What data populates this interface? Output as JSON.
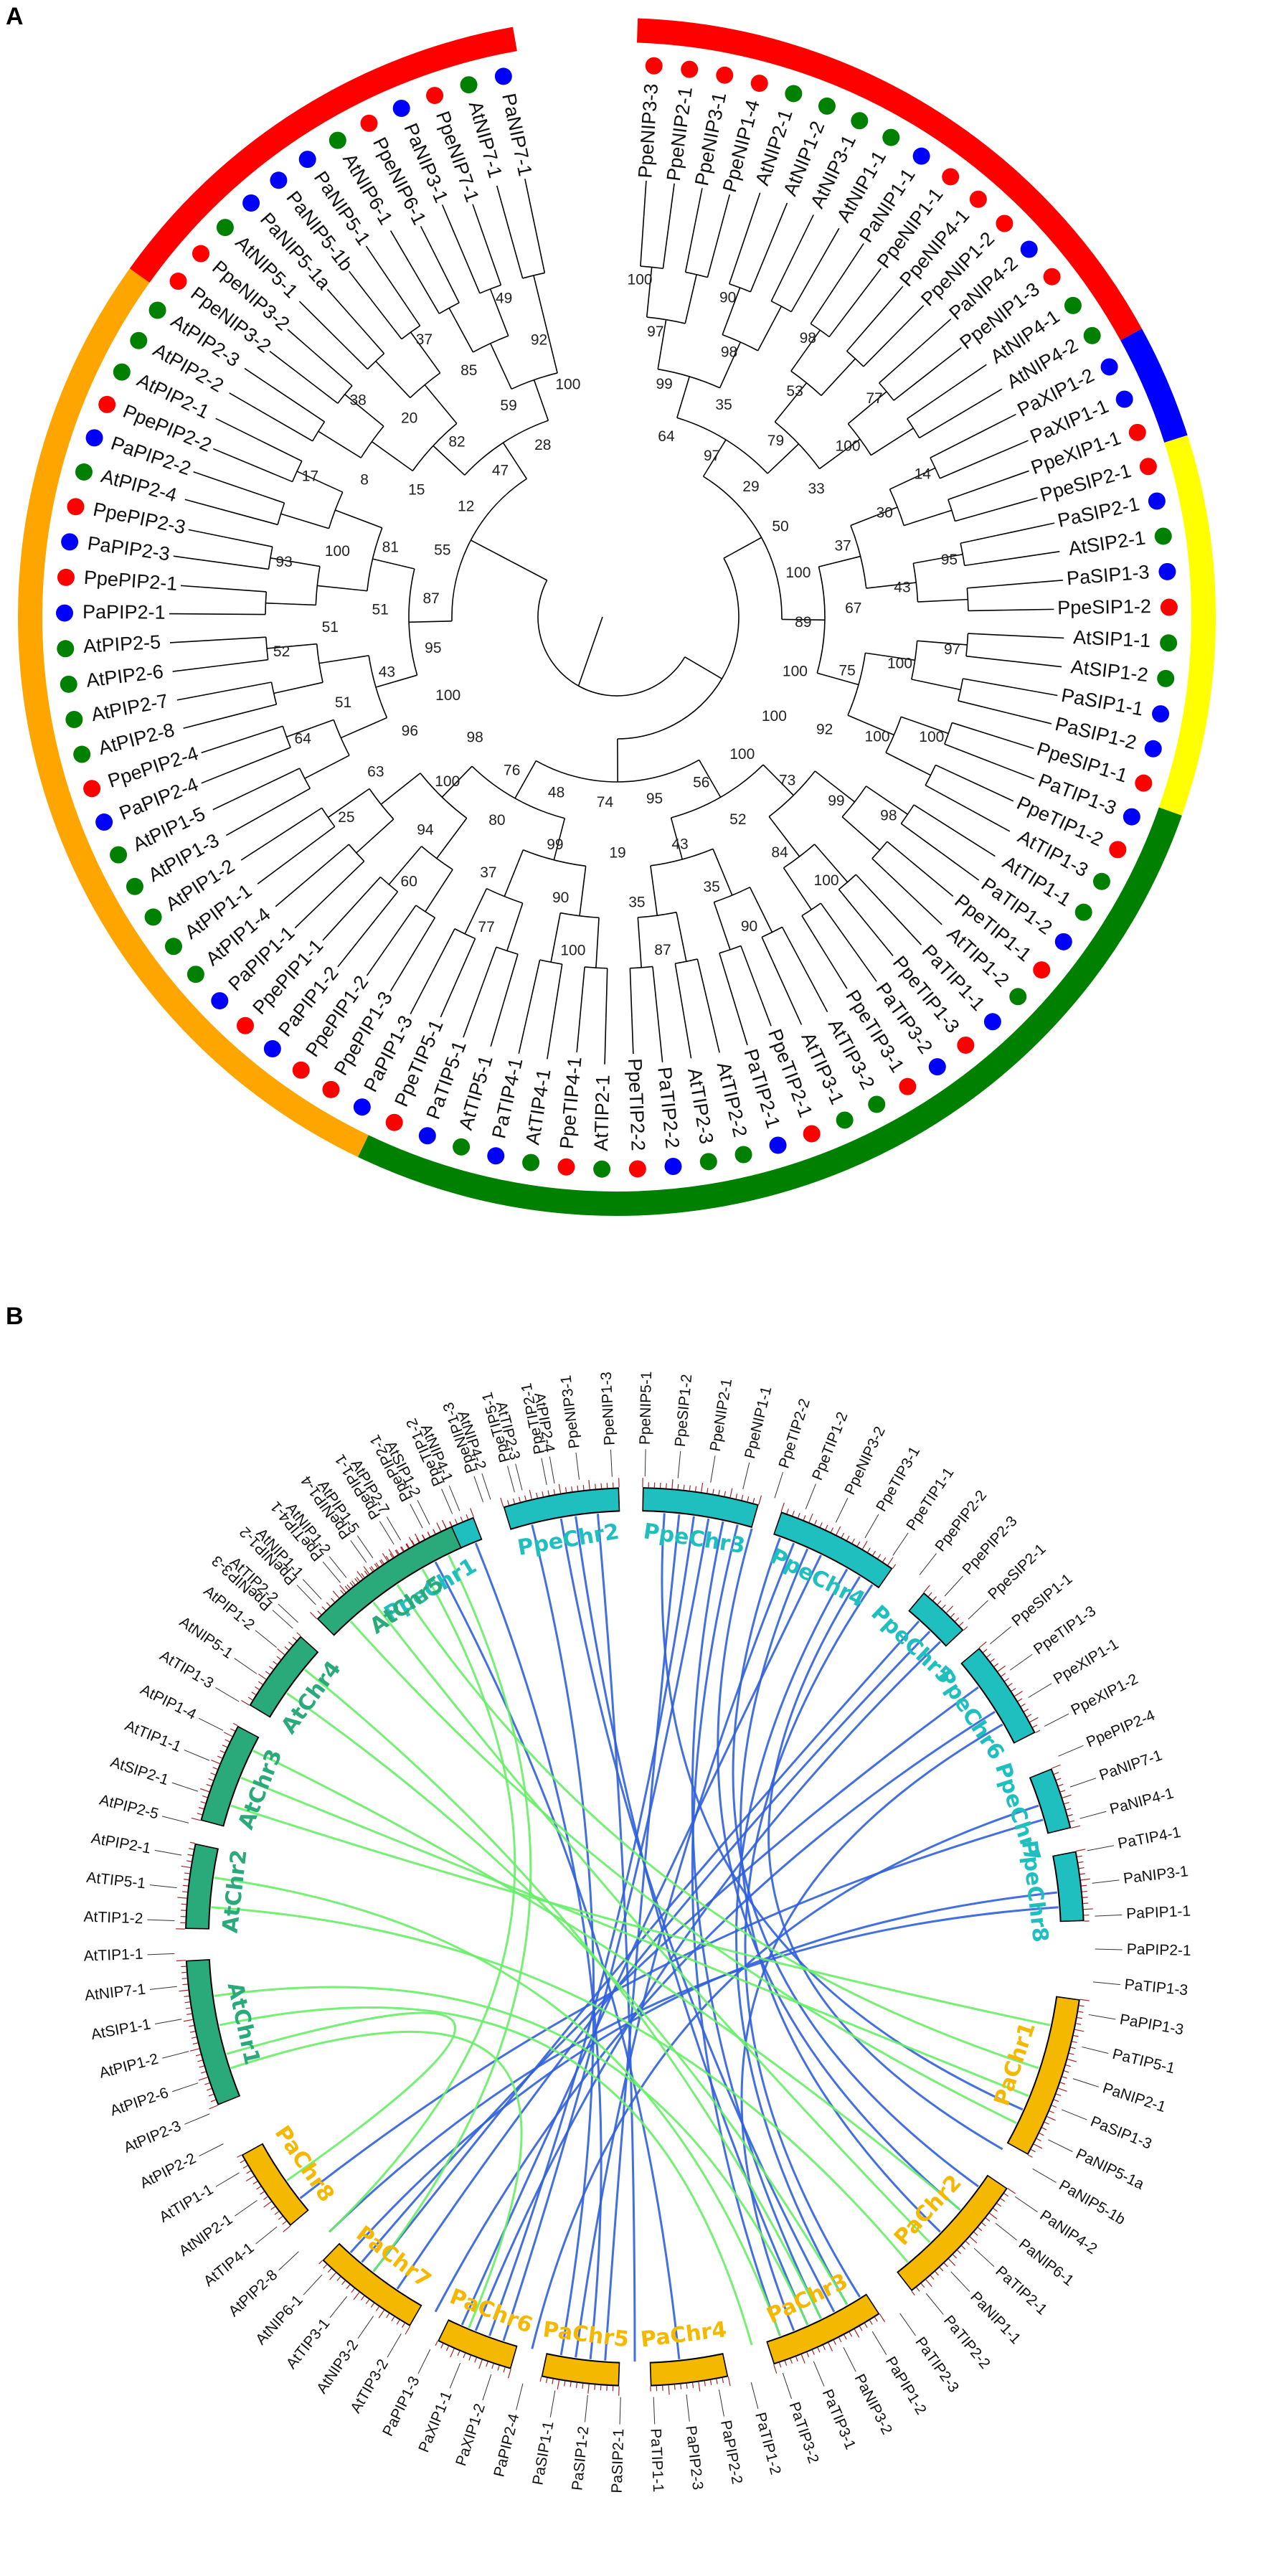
{
  "panelA": {
    "letter": "A",
    "colors": {
      "NIP": "#ff0000",
      "XIP": "#0000ff",
      "SIP": "#ffff00",
      "TIP": "#008000",
      "PIP": "#ffa500"
    },
    "dot_colors": {
      "At": "#008000",
      "Pa": "#0000ff",
      "Ppe": "#ff0000"
    },
    "leaves": [
      {
        "name": "PpeNIP3-3",
        "cls": "NIP"
      },
      {
        "name": "PpeNIP2-1",
        "cls": "NIP"
      },
      {
        "name": "PpeNIP3-1",
        "cls": "NIP"
      },
      {
        "name": "PpeNIP1-4",
        "cls": "NIP"
      },
      {
        "name": "AtNIP2-1",
        "cls": "NIP"
      },
      {
        "name": "AtNIP1-2",
        "cls": "NIP"
      },
      {
        "name": "AtNIP3-1",
        "cls": "NIP"
      },
      {
        "name": "AtNIP1-1",
        "cls": "NIP"
      },
      {
        "name": "PaNIP1-1",
        "cls": "NIP"
      },
      {
        "name": "PpeNIP1-1",
        "cls": "NIP"
      },
      {
        "name": "PpeNIP4-1",
        "cls": "NIP"
      },
      {
        "name": "PpeNIP1-2",
        "cls": "NIP"
      },
      {
        "name": "PaNIP4-2",
        "cls": "NIP"
      },
      {
        "name": "PpeNIP1-3",
        "cls": "NIP"
      },
      {
        "name": "AtNIP4-1",
        "cls": "NIP"
      },
      {
        "name": "AtNIP4-2",
        "cls": "NIP"
      },
      {
        "name": "PaXIP1-2",
        "cls": "XIP"
      },
      {
        "name": "PaXIP1-1",
        "cls": "XIP"
      },
      {
        "name": "PpeXIP1-1",
        "cls": "XIP"
      },
      {
        "name": "PpeSIP2-1",
        "cls": "SIP"
      },
      {
        "name": "PaSIP2-1",
        "cls": "SIP"
      },
      {
        "name": "AtSIP2-1",
        "cls": "SIP"
      },
      {
        "name": "PaSIP1-3",
        "cls": "SIP"
      },
      {
        "name": "PpeSIP1-2",
        "cls": "SIP"
      },
      {
        "name": "AtSIP1-1",
        "cls": "SIP"
      },
      {
        "name": "AtSIP1-2",
        "cls": "SIP"
      },
      {
        "name": "PaSIP1-1",
        "cls": "SIP"
      },
      {
        "name": "PaSIP1-2",
        "cls": "SIP"
      },
      {
        "name": "PpeSIP1-1",
        "cls": "SIP"
      },
      {
        "name": "PaTIP1-3",
        "cls": "TIP"
      },
      {
        "name": "PpeTIP1-2",
        "cls": "TIP"
      },
      {
        "name": "AtTIP1-3",
        "cls": "TIP"
      },
      {
        "name": "AtTIP1-1",
        "cls": "TIP"
      },
      {
        "name": "PaTIP1-2",
        "cls": "TIP"
      },
      {
        "name": "PpeTIP1-1",
        "cls": "TIP"
      },
      {
        "name": "AtTIP1-2",
        "cls": "TIP"
      },
      {
        "name": "PaTIP1-1",
        "cls": "TIP"
      },
      {
        "name": "PpeTIP1-3",
        "cls": "TIP"
      },
      {
        "name": "PaTIP3-2",
        "cls": "TIP"
      },
      {
        "name": "PpeTIP3-1",
        "cls": "TIP"
      },
      {
        "name": "AtTIP3-2",
        "cls": "TIP"
      },
      {
        "name": "AtTIP3-1",
        "cls": "TIP"
      },
      {
        "name": "PpeTIP2-1",
        "cls": "TIP"
      },
      {
        "name": "PaTIP2-1",
        "cls": "TIP"
      },
      {
        "name": "AtTIP2-2",
        "cls": "TIP"
      },
      {
        "name": "AtTIP2-3",
        "cls": "TIP"
      },
      {
        "name": "PaTIP2-2",
        "cls": "TIP"
      },
      {
        "name": "PpeTIP2-2",
        "cls": "TIP"
      },
      {
        "name": "AtTIP2-1",
        "cls": "TIP"
      },
      {
        "name": "PpeTIP4-1",
        "cls": "TIP"
      },
      {
        "name": "AtTIP4-1",
        "cls": "TIP"
      },
      {
        "name": "PaTIP4-1",
        "cls": "TIP"
      },
      {
        "name": "AtTIP5-1",
        "cls": "TIP"
      },
      {
        "name": "PaTIP5-1",
        "cls": "TIP"
      },
      {
        "name": "PpeTIP5-1",
        "cls": "TIP"
      },
      {
        "name": "PaPIP1-3",
        "cls": "PIP"
      },
      {
        "name": "PpePIP1-3",
        "cls": "PIP"
      },
      {
        "name": "PpePIP1-2",
        "cls": "PIP"
      },
      {
        "name": "PaPIP1-2",
        "cls": "PIP"
      },
      {
        "name": "PpePIP1-1",
        "cls": "PIP"
      },
      {
        "name": "PaPIP1-1",
        "cls": "PIP"
      },
      {
        "name": "AtPIP1-4",
        "cls": "PIP"
      },
      {
        "name": "AtPIP1-1",
        "cls": "PIP"
      },
      {
        "name": "AtPIP1-2",
        "cls": "PIP"
      },
      {
        "name": "AtPIP1-3",
        "cls": "PIP"
      },
      {
        "name": "AtPIP1-5",
        "cls": "PIP"
      },
      {
        "name": "PaPIP2-4",
        "cls": "PIP"
      },
      {
        "name": "PpePIP2-4",
        "cls": "PIP"
      },
      {
        "name": "AtPIP2-8",
        "cls": "PIP"
      },
      {
        "name": "AtPIP2-7",
        "cls": "PIP"
      },
      {
        "name": "AtPIP2-6",
        "cls": "PIP"
      },
      {
        "name": "AtPIP2-5",
        "cls": "PIP"
      },
      {
        "name": "PaPIP2-1",
        "cls": "PIP"
      },
      {
        "name": "PpePIP2-1",
        "cls": "PIP"
      },
      {
        "name": "PaPIP2-3",
        "cls": "PIP"
      },
      {
        "name": "PpePIP2-3",
        "cls": "PIP"
      },
      {
        "name": "AtPIP2-4",
        "cls": "PIP"
      },
      {
        "name": "PaPIP2-2",
        "cls": "PIP"
      },
      {
        "name": "PpePIP2-2",
        "cls": "PIP"
      },
      {
        "name": "AtPIP2-1",
        "cls": "PIP"
      },
      {
        "name": "AtPIP2-2",
        "cls": "PIP"
      },
      {
        "name": "AtPIP2-3",
        "cls": "PIP"
      },
      {
        "name": "PpeNIP3-2",
        "cls": "NIP"
      },
      {
        "name": "PpeNIP3-2",
        "cls": "NIP"
      },
      {
        "name": "AtNIP5-1",
        "cls": "NIP"
      },
      {
        "name": "PaNIP5-1a",
        "cls": "NIP"
      },
      {
        "name": "PaNIP5-1b",
        "cls": "NIP"
      },
      {
        "name": "PaNIP5-1",
        "cls": "NIP"
      },
      {
        "name": "AtNIP6-1",
        "cls": "NIP"
      },
      {
        "name": "PpeNIP6-1",
        "cls": "NIP"
      },
      {
        "name": "PaNIP3-1",
        "cls": "NIP"
      },
      {
        "name": "PpeNIP7-1",
        "cls": "NIP"
      },
      {
        "name": "AtNIP7-1",
        "cls": "NIP"
      },
      {
        "name": "PaNIP7-1",
        "cls": "NIP"
      }
    ],
    "bootstrap": [
      "100",
      "97",
      "99",
      "64",
      "90",
      "98",
      "35",
      "97",
      "98",
      "53",
      "79",
      "29",
      "77",
      "100",
      "33",
      "50",
      "14",
      "30",
      "37",
      "100",
      "95",
      "43",
      "67",
      "89",
      "97",
      "100",
      "75",
      "100",
      "100",
      "100",
      "92",
      "100",
      "98",
      "99",
      "73",
      "100",
      "100",
      "84",
      "52",
      "56",
      "90",
      "35",
      "43",
      "95",
      "87",
      "35",
      "19",
      "74",
      "100",
      "90",
      "99",
      "48",
      "77",
      "37",
      "80",
      "76",
      "60",
      "94",
      "100",
      "98",
      "25",
      "63",
      "96",
      "100",
      "64",
      "51",
      "43",
      "95",
      "52",
      "51",
      "51",
      "87",
      "93",
      "100",
      "81",
      "55",
      "17",
      "8",
      "15",
      "12",
      "38",
      "20",
      "82",
      "47",
      "37",
      "85",
      "59",
      "28",
      "49",
      "92",
      "100"
    ]
  },
  "panelB": {
    "letter": "B",
    "colors": {
      "Ppe": "#1fbfbf",
      "At": "#2aaa7a",
      "Pa": "#f5b800",
      "Ppe_link": "#2f5fdc",
      "At_link": "#66ee66",
      "ticks": "#aa2222"
    },
    "chromosomes": [
      {
        "name": "PpeChr1",
        "sp": "Ppe"
      },
      {
        "name": "PpeChr2",
        "sp": "Ppe"
      },
      {
        "name": "PpeChr3",
        "sp": "Ppe"
      },
      {
        "name": "PpeChr4",
        "sp": "Ppe"
      },
      {
        "name": "PpeChr5",
        "sp": "Ppe"
      },
      {
        "name": "PpeChr6",
        "sp": "Ppe"
      },
      {
        "name": "PpeChr7",
        "sp": "Ppe"
      },
      {
        "name": "PpeChr8",
        "sp": "Ppe"
      },
      {
        "name": "PaChr1",
        "sp": "Pa"
      },
      {
        "name": "PaChr2",
        "sp": "Pa"
      },
      {
        "name": "PaChr3",
        "sp": "Pa"
      },
      {
        "name": "PaChr4",
        "sp": "Pa"
      },
      {
        "name": "PaChr5",
        "sp": "Pa"
      },
      {
        "name": "PaChr6",
        "sp": "Pa"
      },
      {
        "name": "PaChr7",
        "sp": "Pa"
      },
      {
        "name": "PaChr8",
        "sp": "Pa"
      },
      {
        "name": "AtChr1",
        "sp": "At"
      },
      {
        "name": "AtChr2",
        "sp": "At"
      },
      {
        "name": "AtChr3",
        "sp": "At"
      },
      {
        "name": "AtChr4",
        "sp": "At"
      },
      {
        "name": "AtChr5",
        "sp": "At"
      }
    ],
    "genes": [
      "PpeNIP3-3",
      "PpeNIP1-2",
      "PpeTIP4-1",
      "PpeNIP1-4",
      "PpePIP1-1",
      "PpePIP2-1",
      "PpeTIP1-2",
      "PpeNIP1-3",
      "PpeTIP5-1",
      "PpeTIP2-1",
      "PpeNIP3-1",
      "PpeNIP1-3",
      "PpeNIP5-1",
      "PpeSIP1-2",
      "PpeNIP2-1",
      "PpeNIP1-1",
      "PpeTIP2-2",
      "PpeTIP1-2",
      "PpeNIP3-2",
      "PpeTIP3-1",
      "PpeTIP1-1",
      "PpePIP2-2",
      "PpePIP2-3",
      "PpeSIP2-1",
      "PpeSIP1-1",
      "PpeTIP1-3",
      "PpeXIP1-1",
      "PpeXIP1-2",
      "PpePIP2-4",
      "PaNIP7-1",
      "PaNIP4-1",
      "PaTIP4-1",
      "PaNIP3-1",
      "PaPIP1-1",
      "PaPIP2-1",
      "PaTIP1-3",
      "PaPIP1-3",
      "PaTIP5-1",
      "PaNIP2-1",
      "PaSIP1-3",
      "PaNIP5-1a",
      "PaNIP5-1b",
      "PaNIP4-2",
      "PaNIP6-1",
      "PaTIP2-1",
      "PaNIP1-1",
      "PaTIP2-2",
      "PaTIP2-3",
      "PaPIP1-2",
      "PaNIP3-2",
      "PaTIP3-1",
      "PaTIP3-2",
      "PaTIP1-2",
      "PaPIP2-2",
      "PaPIP2-3",
      "PaTIP1-1",
      "PaSIP2-1",
      "PaSIP1-2",
      "PaSIP1-1",
      "PaPIP2-4",
      "PaXIP1-2",
      "PaXIP1-1",
      "PaPIP1-3",
      "AtTIP3-2",
      "AtNIP3-2",
      "AtTIP3-1",
      "AtNIP6-1",
      "AtPIP2-8",
      "AtTIP4-1",
      "AtNIP2-1",
      "AtTIP1-1",
      "AtPIP2-2",
      "AtPIP2-3",
      "AtPIP2-6",
      "AtPIP1-2",
      "AtSIP1-1",
      "AtNIP7-1",
      "AtTIP1-1",
      "AtTIP1-2",
      "AtTIP5-1",
      "AtPIP2-1",
      "AtPIP2-5",
      "AtSIP2-1",
      "AtTIP1-1",
      "AtPIP1-4",
      "AtTIP1-3",
      "AtNIP5-1",
      "AtPIP1-2",
      "AtTIP2-2",
      "AtNIP1-1",
      "AtNIP1-2",
      "AtPIP1-5",
      "AtPIP2-7",
      "AtSIP1-2",
      "AtNIP4-1",
      "AtNIP4-2",
      "AtTIP2-3",
      "AtPIP2-4"
    ]
  }
}
